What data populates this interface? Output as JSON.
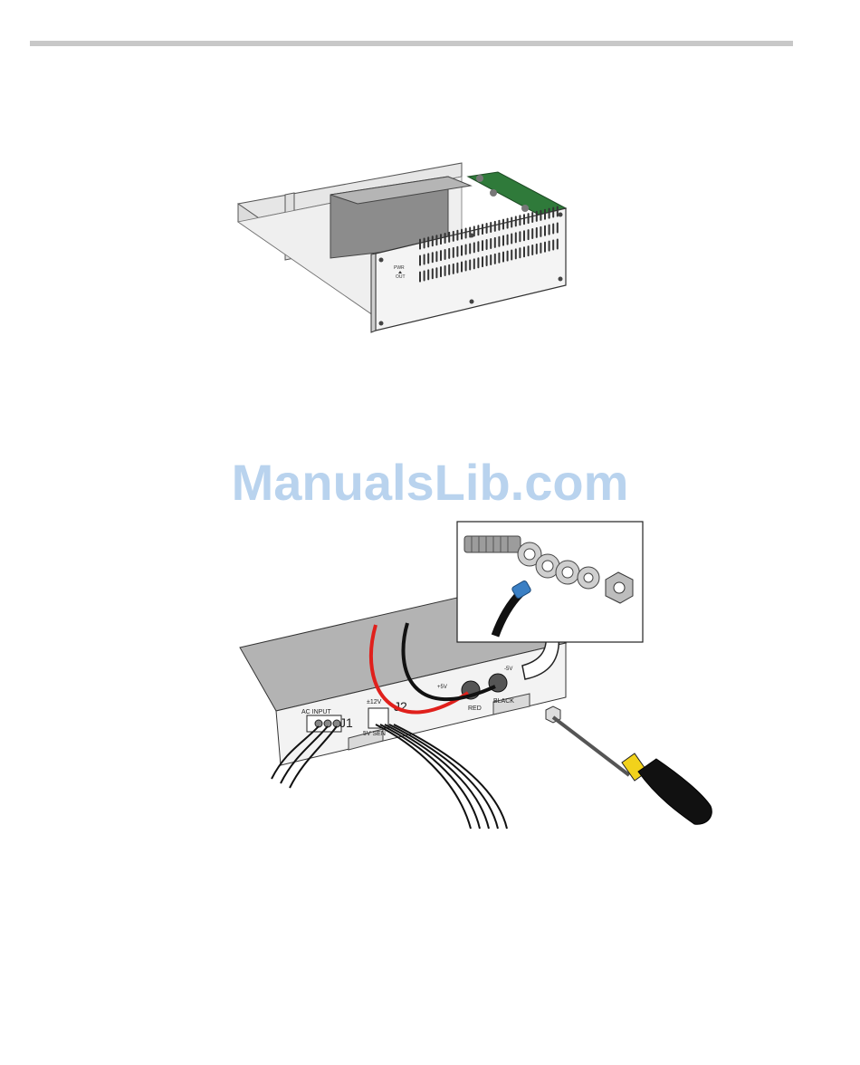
{
  "figure1": {
    "front_label_top": "PWR",
    "front_label_bottom": "OUT"
  },
  "figure2": {
    "label_ac_input": "AC INPUT",
    "label_j1": "J1",
    "label_j2": "J2",
    "label_12v": "±12V",
    "label_5v_sense": "5V SEN",
    "label_plus5v": "+5V",
    "label_minus5v": "-5V",
    "label_red": "RED",
    "label_black": "BLACK"
  },
  "watermark": "ManualsLib.com",
  "colors": {
    "rule": "#c8c8c8",
    "watermark": "#b9d3ee",
    "red_wire": "#e0201c",
    "blue_lug": "#3a7fc4",
    "screwdriver_yellow": "#f2d21b"
  }
}
